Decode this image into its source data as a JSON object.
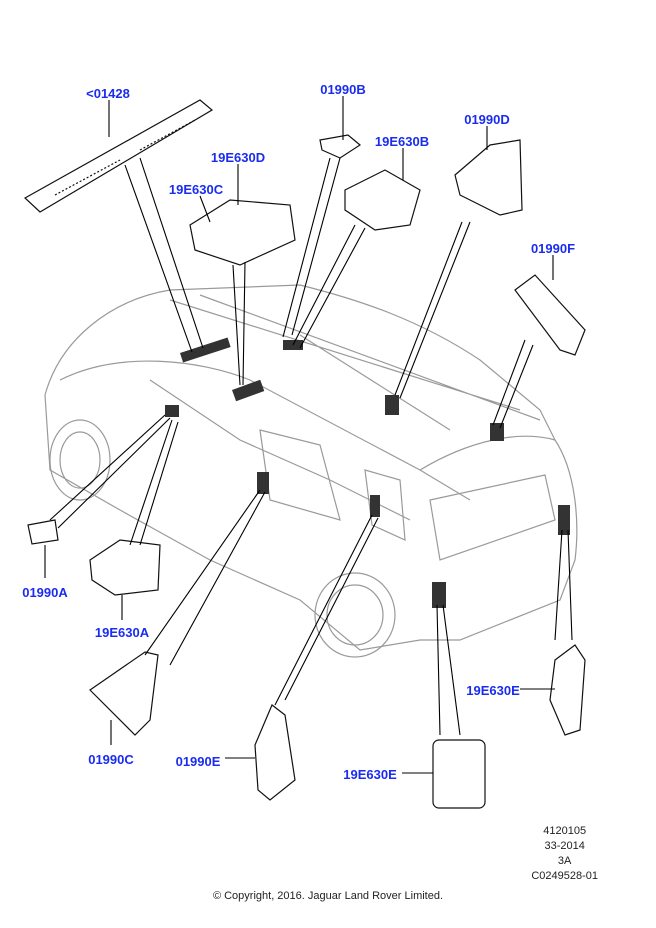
{
  "callouts": [
    {
      "id": "01428",
      "text": "<01428"
    },
    {
      "id": "01990B",
      "text": "01990B"
    },
    {
      "id": "01990D",
      "text": "01990D"
    },
    {
      "id": "19E630B",
      "text": "19E630B"
    },
    {
      "id": "19E630D",
      "text": "19E630D"
    },
    {
      "id": "19E630C",
      "text": "19E630C"
    },
    {
      "id": "01990F",
      "text": "01990F"
    },
    {
      "id": "01990A",
      "text": "01990A"
    },
    {
      "id": "19E630A",
      "text": "19E630A"
    },
    {
      "id": "19E630E-right",
      "text": "19E630E"
    },
    {
      "id": "01990C",
      "text": "01990C"
    },
    {
      "id": "01990E",
      "text": "01990E"
    },
    {
      "id": "19E630E-bottom",
      "text": "19E630E"
    }
  ],
  "meta": {
    "line1": "4120105",
    "line2": "33-2014",
    "line3": "3A",
    "line4": "C0249528-01"
  },
  "copyright": "© Copyright, 2016. Jaguar Land Rover Limited.",
  "colors": {
    "label": "#1a2cf0",
    "line": "#000000",
    "car": "#9a9a9a"
  }
}
